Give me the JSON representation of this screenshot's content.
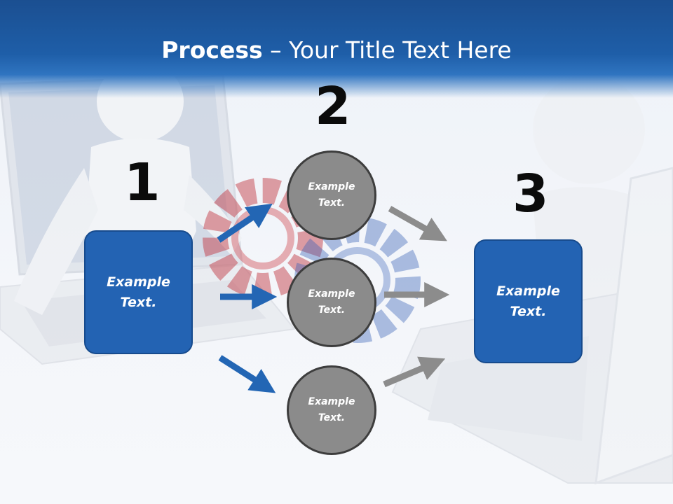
{
  "slide": {
    "title_bold": "Process",
    "title_rest": " – Your Title Text Here"
  },
  "steps": [
    {
      "number": "1",
      "box": {
        "line1": "Example",
        "line2": "Text."
      }
    },
    {
      "number": "2",
      "circles": [
        {
          "line1": "Example",
          "line2": "Text."
        },
        {
          "line1": "Example",
          "line2": "Text."
        },
        {
          "line1": "Example",
          "line2": "Text."
        }
      ]
    },
    {
      "number": "3",
      "box": {
        "line1": "Example",
        "line2": "Text."
      }
    }
  ],
  "colors": {
    "header": "#1e5ea8",
    "box_fill": "#2363b3",
    "circle_fill": "#8b8b8b",
    "arrow_blue": "#2366b4",
    "arrow_gray": "#8c8c8c"
  },
  "icons": [
    "laptop-figure-left",
    "laptop-figure-right",
    "gear-red",
    "gear-blue"
  ]
}
